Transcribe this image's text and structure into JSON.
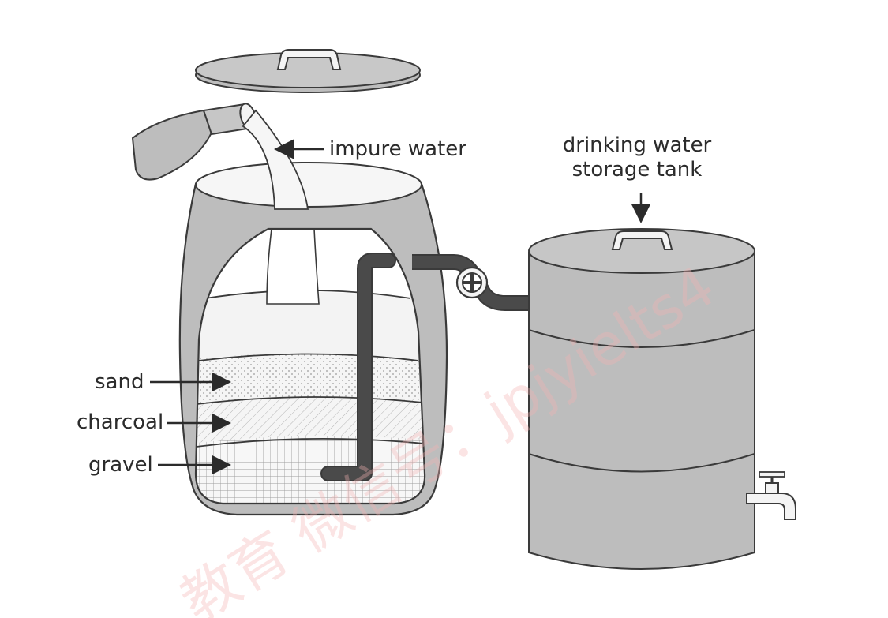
{
  "labels": {
    "impure_water": "impure water",
    "storage_tank_line1": "drinking water",
    "storage_tank_line2": "storage tank",
    "sand": "sand",
    "charcoal": "charcoal",
    "gravel": "gravel"
  },
  "watermark": "教育 微信号：jpjyielts4",
  "colors": {
    "body_grey": "#bdbdbd",
    "outline": "#3a3a3a",
    "pipe": "#4a4a4a",
    "water": "#f4f4f4",
    "layer_light": "#f7f7f7"
  }
}
